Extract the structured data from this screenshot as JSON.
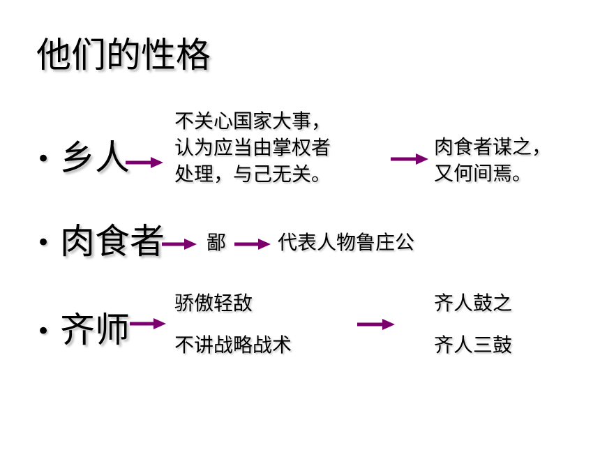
{
  "slide": {
    "title": "他们的性格",
    "bullet_glyph": "•",
    "accent_color": "#7b006e",
    "row1": {
      "label": "乡人",
      "cause_lines": [
        "不关心国家大事，",
        "认为应当由掌权者",
        "处理，与己无关。"
      ],
      "result_lines": [
        "肉食者谋之，",
        "又何间焉。"
      ]
    },
    "row2": {
      "label": "肉食者",
      "mid": "鄙",
      "result": "代表人物鲁庄公"
    },
    "row3": {
      "label": "齐师",
      "cause_lines": [
        "骄傲轻敌",
        "不讲战略战术"
      ],
      "result_lines": [
        "齐人鼓之",
        "齐人三鼓"
      ]
    }
  }
}
